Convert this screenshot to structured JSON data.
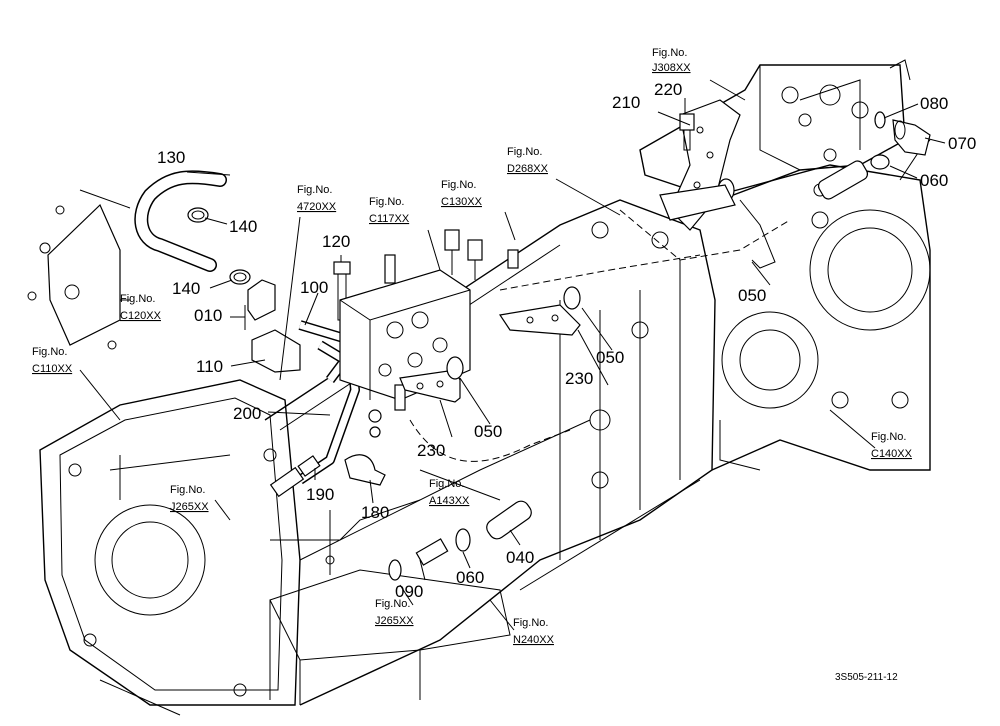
{
  "diagram": {
    "code": "3S505-211-12",
    "fig_prefix": "Fig.No.",
    "fig_refs": {
      "j308": "J308XX",
      "d268": "D268XX",
      "c130": "C130XX",
      "c117": "C117XX",
      "f4720": "4720XX",
      "c120": "C120XX",
      "c110": "C110XX",
      "j265a": "J265XX",
      "a143": "A143XX",
      "j265b": "J265XX",
      "n240": "N240XX",
      "c140": "C140XX"
    },
    "parts": {
      "p130": "130",
      "p140a": "140",
      "p140b": "140",
      "p010": "010",
      "p110": "110",
      "p100": "100",
      "p120": "120",
      "p200": "200",
      "p190": "190",
      "p180": "180",
      "p230a": "230",
      "p230b": "230",
      "p050a": "050",
      "p050b": "050",
      "p050c": "050",
      "p040": "040",
      "p060a": "060",
      "p090": "090",
      "p210": "210",
      "p220": "220",
      "p080": "080",
      "p070": "070",
      "p060b": "060"
    }
  }
}
